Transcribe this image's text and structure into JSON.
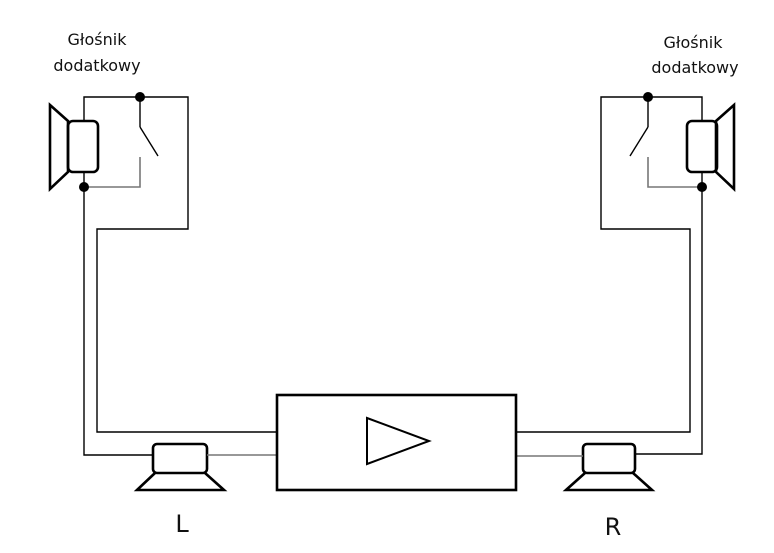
{
  "diagram": {
    "type": "stereo amplifier wiring with extra speakers",
    "labels": {
      "extra_speaker_left_line1": "Głośnik",
      "extra_speaker_left_line2": "dodatkowy",
      "extra_speaker_right_line1": "Głośnik",
      "extra_speaker_right_line2": "dodatkowy",
      "channel_left": "L",
      "channel_right": "R"
    },
    "components": [
      {
        "id": "amplifier",
        "kind": "amplifier box with triangle symbol"
      },
      {
        "id": "speaker-L",
        "kind": "main speaker",
        "label": "L"
      },
      {
        "id": "speaker-R",
        "kind": "main speaker",
        "label": "R"
      },
      {
        "id": "extra-speaker-left",
        "kind": "extra speaker with switch",
        "label": "Głośnik dodatkowy"
      },
      {
        "id": "extra-speaker-right",
        "kind": "extra speaker with switch",
        "label": "Głośnik dodatkowy"
      }
    ],
    "colors": {
      "line": "#000000",
      "secondary_line": "#777777",
      "background": "#ffffff"
    }
  }
}
